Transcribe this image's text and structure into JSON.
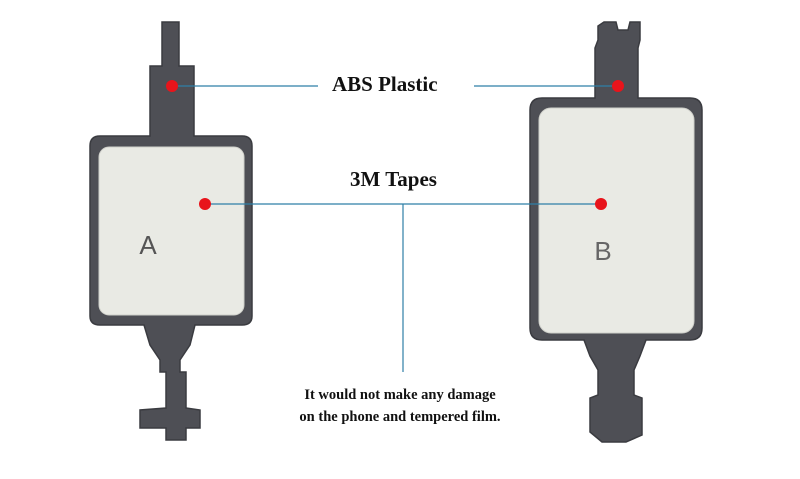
{
  "labels": {
    "abs_plastic": "ABS Plastic",
    "tapes": "3M Tapes"
  },
  "note": {
    "line1": "It would not make any damage",
    "line2": "on the phone and tempered film."
  },
  "parts": {
    "left_letter": "A",
    "right_letter": "B"
  },
  "colors": {
    "plastic": "#4e4f55",
    "plastic_edge": "#3a3b40",
    "tape": "#e9eae4",
    "marker": "#e8141b",
    "leader_line": "#2f7fa6",
    "text": "#111111"
  }
}
